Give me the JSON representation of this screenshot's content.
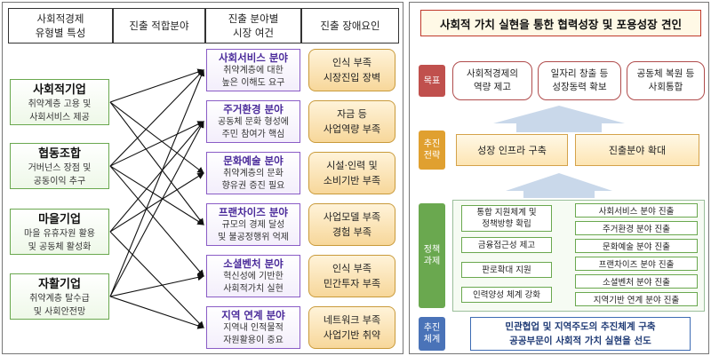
{
  "left": {
    "headers": [
      "사회적경제\n유형별 특성",
      "진출 적합분야",
      "진출 분야별\n시장 여건",
      "진출 장애요인"
    ],
    "types": [
      {
        "title": "사회적기업",
        "sub": "취약계층 고용 및\n사회서비스 제공"
      },
      {
        "title": "협동조합",
        "sub": "거버넌스 장점 및\n공동이익 추구"
      },
      {
        "title": "마을기업",
        "sub": "마을 유휴자원 활용\n및 공동체 활성화"
      },
      {
        "title": "자활기업",
        "sub": "취약계층 탈수급\n및 사회안전망"
      }
    ],
    "markets": [
      {
        "title": "사회서비스 분야",
        "sub": "취약계층에 대한\n높은 이해도 요구"
      },
      {
        "title": "주거환경 분야",
        "sub": "공동체 문화 형성에\n주민 참여가 핵심"
      },
      {
        "title": "문화예술 분야",
        "sub": "취약계층의 문화\n향유권 증진 필요"
      },
      {
        "title": "프랜차이즈 분야",
        "sub": "규모의 경제 달성\n및 불공정행위 억제"
      },
      {
        "title": "소셜벤처 분야",
        "sub": "혁신성에 기반한\n사회적가치 실현"
      },
      {
        "title": "지역 연계 분야",
        "sub": "지역내 인적물적\n자원활용이 중요"
      }
    ],
    "barriers": [
      "인식 부족\n시장진입 장벽",
      "자금 등\n사업역량 부족",
      "시설·인력 및\n소비기반 부족",
      "사업모델 부족\n경험 부족",
      "인식 부족\n민간투자 부족",
      "네트워크 부족\n사업기반 취약"
    ]
  },
  "right": {
    "title": "사회적 가치 실현을 통한 협력성장 및 포용성장 견인",
    "labels": {
      "goal": "목표",
      "strategy": "추진\n전략",
      "task": "정책\n과제",
      "system": "추진\n체계"
    },
    "goals": [
      "사회적경제의\n역량 제고",
      "일자리 창출 등\n성장동력 확보",
      "공동체 복원 등\n사회통합"
    ],
    "strategies": [
      "성장 인프라 구축",
      "진출분야 확대"
    ],
    "tasks_left": [
      "통합 지원체계 및\n정책방향 확립",
      "금융접근성 제고",
      "판로확대 지원",
      "인력양성 체계 강화"
    ],
    "tasks_right": [
      "사회서비스 분야 진출",
      "주거환경 분야 진출",
      "문화예술 분야 진출",
      "프랜차이즈 분야 진출",
      "소셜벤처 분야 진출",
      "지역기반 연계 분야 진출"
    ],
    "system": "민관협업 및 지역주도의 추진체계 구축\n공공부문이 사회적 가치 실현을 선도"
  },
  "colors": {
    "arrow": "#111111",
    "goal_label": "#c0504d",
    "strategy_label": "#e0a030",
    "task_label": "#6aa84f",
    "system_label": "#4a73b8",
    "up_arrow": "#c9d8ea"
  }
}
